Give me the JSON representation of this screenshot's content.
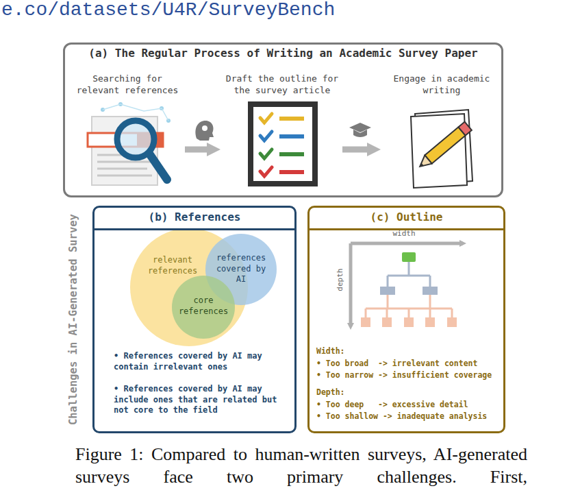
{
  "diagram": {
    "caption": "Figure 1: Compared to human-written surveys, AI-generated surveys face two primary challenges. First,",
    "nodes": [
      {
        "text": [
          "(a) The Regular Process of Writing an Academic Survey Paper"
        ]
      },
      {
        "text": [
          "Searching for relevant references"
        ],
        "in": 0
      },
      {
        "text": [
          "Draft the outline for the survey article"
        ],
        "in": 0
      },
      {
        "text": [
          "Engage in academic writing"
        ],
        "in": 0
      },
      {
        "text": [
          "(b) References",
          "• References covered by AI may contain irrelevant ones",
          "• References covered by AI may include ones that are related but not core to the field"
        ]
      },
      {
        "text": [
          "relevant references"
        ],
        "in": 4
      },
      {
        "text": [
          "references covered by AI"
        ],
        "in": 4
      },
      {
        "text": [
          "core references"
        ],
        "in": 4
      },
      {
        "text": [
          "(c) Outline",
          "Width:",
          "• Too broad  -> irrelevant content",
          "• Too narrow -> insufficient coverage",
          "Depth:",
          "• Too deep   -> excessive detail",
          "• Too shallow -> inadequate analysis"
        ]
      }
    ],
    "edges": [
      {
        "from": 1,
        "to": 2,
        "arrow": "to"
      },
      {
        "from": 2,
        "to": 3,
        "arrow": "to"
      }
    ],
    "labels": [
      "e.co/datasets/U4R/SurveyBench",
      "Challenges in AI-Generated Survey",
      "width",
      "depth"
    ]
  }
}
